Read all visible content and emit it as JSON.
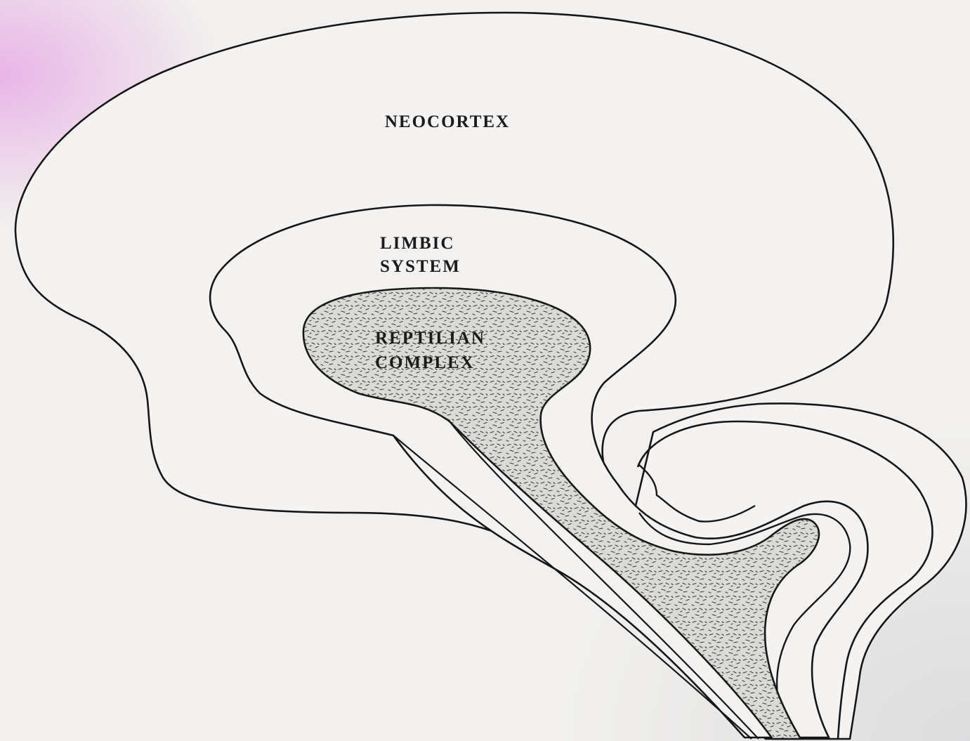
{
  "diagram": {
    "labels": {
      "neocortex": "NEOCORTEX",
      "limbic_line1": "LIMBIC",
      "limbic_line2": "SYSTEM",
      "reptilian_line1": "REPTILIAN",
      "reptilian_line2": "COMPLEX"
    },
    "colors": {
      "outline": "#161616",
      "reptilian_fill": "#dcdad6",
      "speckle": "#3a3a3a",
      "background": "#f1f0ee",
      "corner_tint": "#e7aae6"
    }
  }
}
